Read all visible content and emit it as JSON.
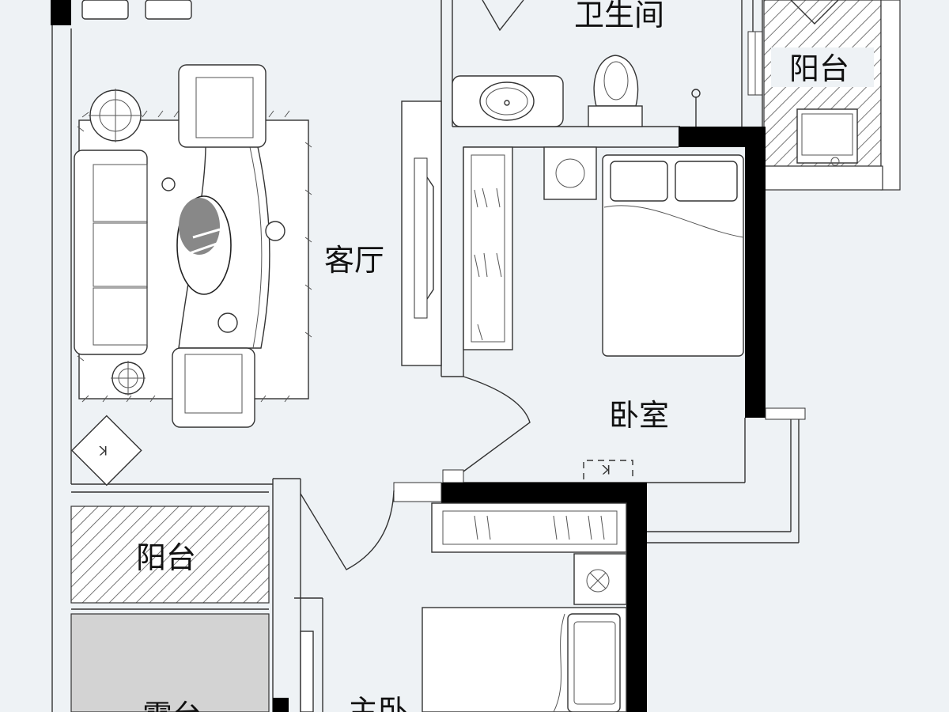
{
  "rooms": {
    "bathroom": "卫生间",
    "balcony_top": "阳台",
    "living_room": "客厅",
    "bedroom": "卧室",
    "balcony_left": "阳台",
    "terrace": "露台",
    "master_bedroom": "主卧"
  },
  "colors": {
    "background": "#eef2f5",
    "wall": "#000000",
    "line": "#333333",
    "terrace_fill": "#d3d3d3"
  }
}
